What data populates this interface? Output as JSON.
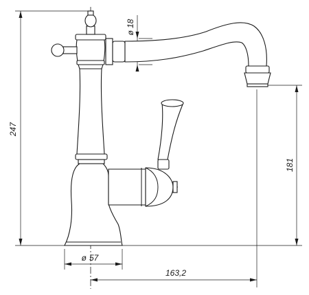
{
  "drawing": {
    "subject": "single-lever-faucet-technical-drawing",
    "line_color": "#1a1a1a",
    "background": "#ffffff"
  },
  "dimensions": {
    "overall_height": "247",
    "spout_height": "181",
    "spout_reach": "163,2",
    "pipe_diameter": "18",
    "base_diameter": "57",
    "diameter_symbol": "ø"
  }
}
